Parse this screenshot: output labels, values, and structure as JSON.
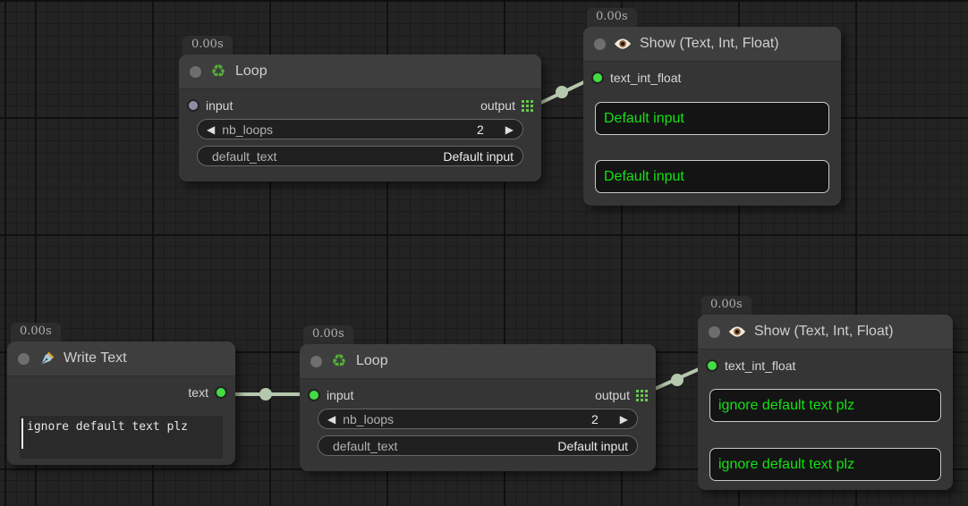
{
  "colors": {
    "canvas_bg": "#232323",
    "node_body": "#353535",
    "node_title": "#3e3e3e",
    "link": "#b5c7ad",
    "slot_connected": "#42dd42",
    "slot_idle": "#8d8da6",
    "display_text_green": "#15e115",
    "display_box_bg": "#141414",
    "grid_icon_green": "#67c84f"
  },
  "icons": {
    "left_arrow": "◀",
    "right_arrow": "▶",
    "recycle": "♻"
  },
  "nodes": {
    "loop_top": {
      "time": "0.00s",
      "title": "Loop",
      "input_label": "input",
      "output_label": "output",
      "widgets": [
        {
          "label": "nb_loops",
          "value": "2"
        },
        {
          "label": "default_text",
          "value": "Default input"
        }
      ]
    },
    "show_top": {
      "time": "0.00s",
      "title": "Show (Text, Int, Float)",
      "input_label": "text_int_float",
      "values": [
        "Default input",
        "Default input"
      ]
    },
    "write_text": {
      "time": "0.00s",
      "title": "Write Text",
      "output_label": "text",
      "text_value": "ignore default text plz"
    },
    "loop_bottom": {
      "time": "0.00s",
      "title": "Loop",
      "input_label": "input",
      "output_label": "output",
      "widgets": [
        {
          "label": "nb_loops",
          "value": "2"
        },
        {
          "label": "default_text",
          "value": "Default input"
        }
      ]
    },
    "show_bottom": {
      "time": "0.00s",
      "title": "Show (Text, Int, Float)",
      "input_label": "text_int_float",
      "values": [
        "ignore default text plz",
        "ignore default text plz"
      ]
    }
  }
}
